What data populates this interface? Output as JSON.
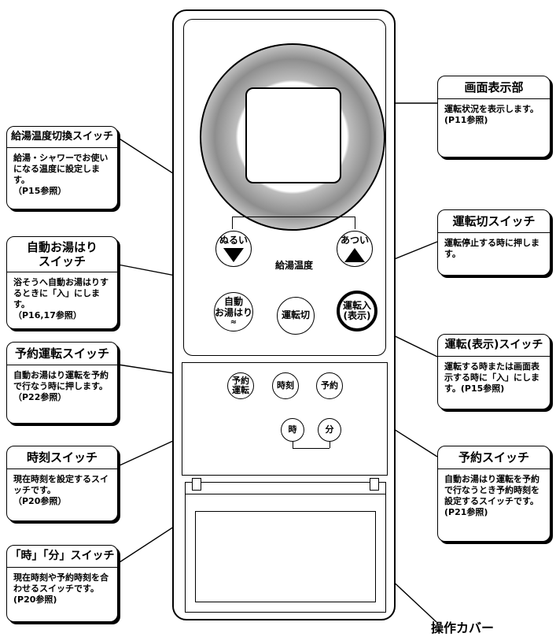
{
  "remote": {
    "btn_cool": "ぬるい",
    "btn_hot": "あつい",
    "temp_label": "給湯温度",
    "btn_auto_line1": "自動",
    "btn_auto_line2": "お湯はり",
    "btn_auto_icon": "≈",
    "btn_stop": "運転切",
    "btn_run_line1": "運転入",
    "btn_run_line2": "(表示)",
    "btn_timer_run_line1": "予約",
    "btn_timer_run_line2": "運転",
    "btn_clock": "時刻",
    "btn_timer": "予約",
    "btn_hour": "時",
    "btn_minute": "分"
  },
  "callouts": {
    "display": {
      "title": "画面表示部",
      "body": "運転状況を表示します。(P11参照)"
    },
    "temp_switch": {
      "title": "給湯温度切換スイッチ",
      "body": "給湯・シャワーでお使いになる温度に設定します。\n（P15参照）"
    },
    "auto_fill": {
      "title_line1": "自動お湯はり",
      "title_line2": "スイッチ",
      "body": "浴そうへ自動お湯はりするときに「入」にします。\n（P16,17参照）"
    },
    "timer_run": {
      "title": "予約運転スイッチ",
      "body": "自動お湯はり運転を予約で行なう時に押します。\n（P22参照）"
    },
    "clock": {
      "title": "時刻スイッチ",
      "body": "現在時刻を設定するスイッチです。\n（P20参照）"
    },
    "hour_minute": {
      "title": "「時」「分」スイッチ",
      "body": "現在時刻や予約時刻を合わせるスイッチです。(P20参照)"
    },
    "stop": {
      "title": "運転切スイッチ",
      "body": "運転停止する時に押します。"
    },
    "run_display": {
      "title": "運転(表示)スイッチ",
      "body": "運転する時または画面表示する時に「入」にします。(P15参照)"
    },
    "timer": {
      "title": "予約スイッチ",
      "body": "自動お湯はり運転を予約で行なうとき予約時刻を設定するスイッチです。\n(P21参照)"
    }
  },
  "cover_label": "操作カバー"
}
